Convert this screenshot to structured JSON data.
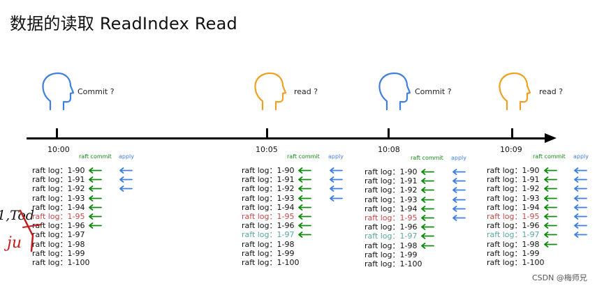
{
  "title": "数据的读取 ReadIndex Read",
  "colors": {
    "blue": "#3f7fe0",
    "orange": "#f0a020",
    "green": "#138a13",
    "red": "#c44a4a",
    "teal": "#5aa6a3",
    "handwriting": "#c41c1c"
  },
  "events": [
    {
      "time": "10:00",
      "bubble": "Commit ?",
      "head_color": "blue",
      "raft_commit_label": "raft commit",
      "apply_label": "apply",
      "logs": [
        "raft log：1-90",
        "raft log：1-91",
        "raft log：1-92",
        "raft log：1-93",
        "raft log：1-94",
        "raft log：1-95",
        "raft log：1-96",
        "raft log：1-97",
        "raft log：1-98",
        "raft log：1-99",
        "raft log：1-100"
      ],
      "green_arrows": 7,
      "blue_arrows": 3
    },
    {
      "time": "10:05",
      "bubble": "read ?",
      "head_color": "orange",
      "raft_commit_label": "raft commit",
      "apply_label": "apply",
      "logs": [
        "raft log：1-90",
        "raft log：1-91",
        "raft log：1-92",
        "raft log：1-93",
        "raft log：1-94",
        "raft log：1-95",
        "raft log：1-96",
        "raft log：1-97",
        "raft log：1-98",
        "raft log：1-99",
        "raft log：1-100"
      ],
      "green_arrows": 8,
      "blue_arrows": 4
    },
    {
      "time": "10:08",
      "bubble": "Commit ?",
      "head_color": "blue",
      "raft_commit_label": "raft commit",
      "apply_label": "apply",
      "logs": [
        "raft log：1-90",
        "raft log：1-91",
        "raft log：1-92",
        "raft log：1-93",
        "raft log：1-94",
        "raft log：1-95",
        "raft log：1-96",
        "raft log：1-97",
        "raft log：1-98",
        "raft log：1-99",
        "raft log：1-100"
      ],
      "green_arrows": 9,
      "blue_arrows": 6
    },
    {
      "time": "10:09",
      "bubble": "read ?",
      "head_color": "orange",
      "raft_commit_label": "raft commit",
      "apply_label": "apply",
      "logs": [
        "raft log：1-90",
        "raft log：1-91",
        "raft log：1-92",
        "raft log：1-93",
        "raft log：1-94",
        "raft log：1-95",
        "raft log：1-96",
        "raft log：1-97",
        "raft log：1-98",
        "raft log：1-99",
        "raft log：1-100"
      ],
      "green_arrows": 9,
      "blue_arrows": 8
    }
  ],
  "highlight": {
    "red_row_index": 5,
    "teal_row_index": 7
  },
  "handwriting": {
    "line1": "1,Tod",
    "line2": "ju"
  },
  "watermark": "CSDN @梅师兄"
}
